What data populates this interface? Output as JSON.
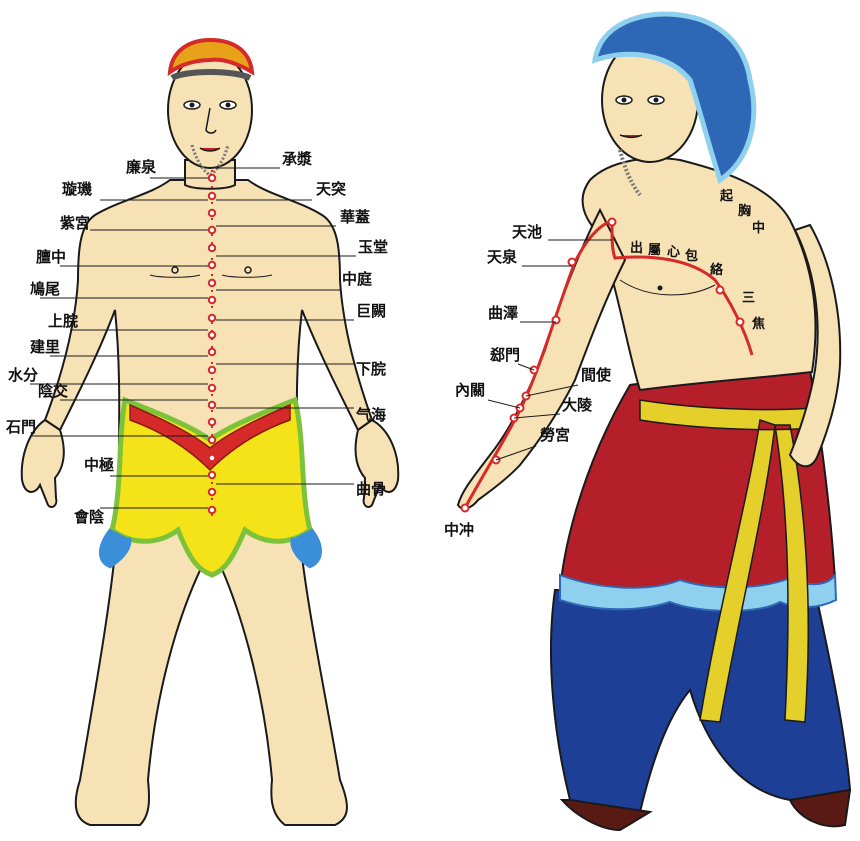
{
  "colors": {
    "skin": "#f7e2b5",
    "outline": "#1a1a1a",
    "meridian": "#d62a2a",
    "point_fill": "#ffffff",
    "loincloth_yellow": "#f5e31a",
    "loincloth_green": "#7cc23b",
    "loincloth_blue": "#3b8fd8",
    "headband": "#e8a21a",
    "hat_blue": "#2e67b6",
    "robe_red": "#b51f2a",
    "trouser_blue": "#1d3f96",
    "sash_yellow": "#e4cf2b",
    "trim_lightblue": "#8fd0ee"
  },
  "left_figure": {
    "left_labels": [
      "廉泉",
      "璇璣",
      "紫宮",
      "膻中",
      "鳩尾",
      "上脘",
      "建里",
      "水分",
      "陰交",
      "石門",
      "中極",
      "會陰"
    ],
    "right_labels": [
      "承漿",
      "天突",
      "華蓋",
      "玉堂",
      "中庭",
      "巨闕",
      "下脘",
      "气海",
      "曲骨"
    ]
  },
  "right_figure": {
    "labels": [
      "天池",
      "天泉",
      "曲澤",
      "郄門",
      "間使",
      "內關",
      "大陵",
      "勞宮",
      "中冲",
      "起",
      "胸",
      "中",
      "出",
      "屬",
      "心",
      "包",
      "絡",
      "三",
      "焦"
    ]
  }
}
